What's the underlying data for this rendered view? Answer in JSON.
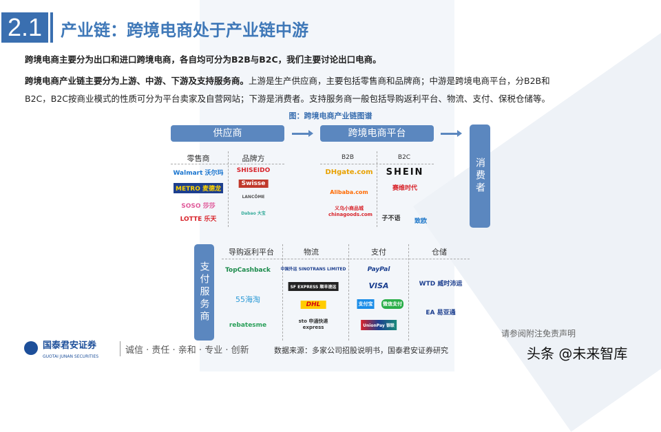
{
  "header": {
    "section_number": "2.1",
    "title": "产业链：跨境电商处于产业链中游"
  },
  "body": {
    "para1": "跨境电商主要分为出口和进口跨境电商，各自均可分为B2B与B2C，我们主要讨论出口电商。",
    "para2_bold": "跨境电商产业链主要分为上游、中游、下游及支持服务商。",
    "para2_line1": "上游是生产供应商，主要包括零售商和品牌商；中游是跨境电商平台，分B2B和",
    "para2_line2": "B2C，B2C按商业模式的性质可分为平台卖家及自营网站；下游是消费者。支持服务商一般包括导购返利平台、物流、支付、保税仓储等。"
  },
  "figure": {
    "caption": "图：跨境电商产业链图谱",
    "supplier": {
      "label": "供应商",
      "retail_header": "零售商",
      "brand_header": "品牌方",
      "retail": [
        "Walmart 沃尔玛",
        "METRO 麦德龙",
        "SOSO 莎莎",
        "LOTTE 乐天"
      ],
      "brand": [
        "SHISEIDO",
        "Swisse",
        "LANCÔME",
        "Dabao 大宝"
      ]
    },
    "platform": {
      "label": "跨境电商平台",
      "b2b_header": "B2B",
      "b2c_header": "B2C",
      "b2b": [
        "DHgate.com",
        "Alibaba.com",
        "义乌小商品城 chinagoods.com"
      ],
      "b2c": [
        "SHEIN",
        "赛维时代",
        "子不语",
        "致欧"
      ]
    },
    "consumer": {
      "label": "消费者"
    },
    "support": {
      "label": "支付服务商",
      "headers": [
        "导购返利平台",
        "物流",
        "支付",
        "仓储"
      ],
      "rebate": [
        "TopCashback",
        "55海淘",
        "rebatesme"
      ],
      "logistics": [
        "中国外运 SINOTRANS LIMITED",
        "SF EXPRESS 顺丰速运",
        "DHL",
        "sto 申通快递 express"
      ],
      "payment": [
        "PayPal",
        "VISA",
        "支付宝",
        "微信支付",
        "UnionPay 银联"
      ],
      "warehouse": [
        "WTD 威时沛运",
        "EA 易亚通"
      ]
    }
  },
  "footer": {
    "company": "国泰君安证券",
    "company_en": "GUOTAI JUNAN SECURITIES",
    "slogan": "诚信 · 责任 · 亲和 · 专业 · 创新",
    "source": "数据来源：多家公司招股说明书，国泰君安证券研究",
    "disclaimer": "请参阅附注免责声明",
    "watermark": "头条 @未来智库"
  },
  "colors": {
    "accent": "#3a6fb0",
    "bar": "#5b87bf"
  }
}
